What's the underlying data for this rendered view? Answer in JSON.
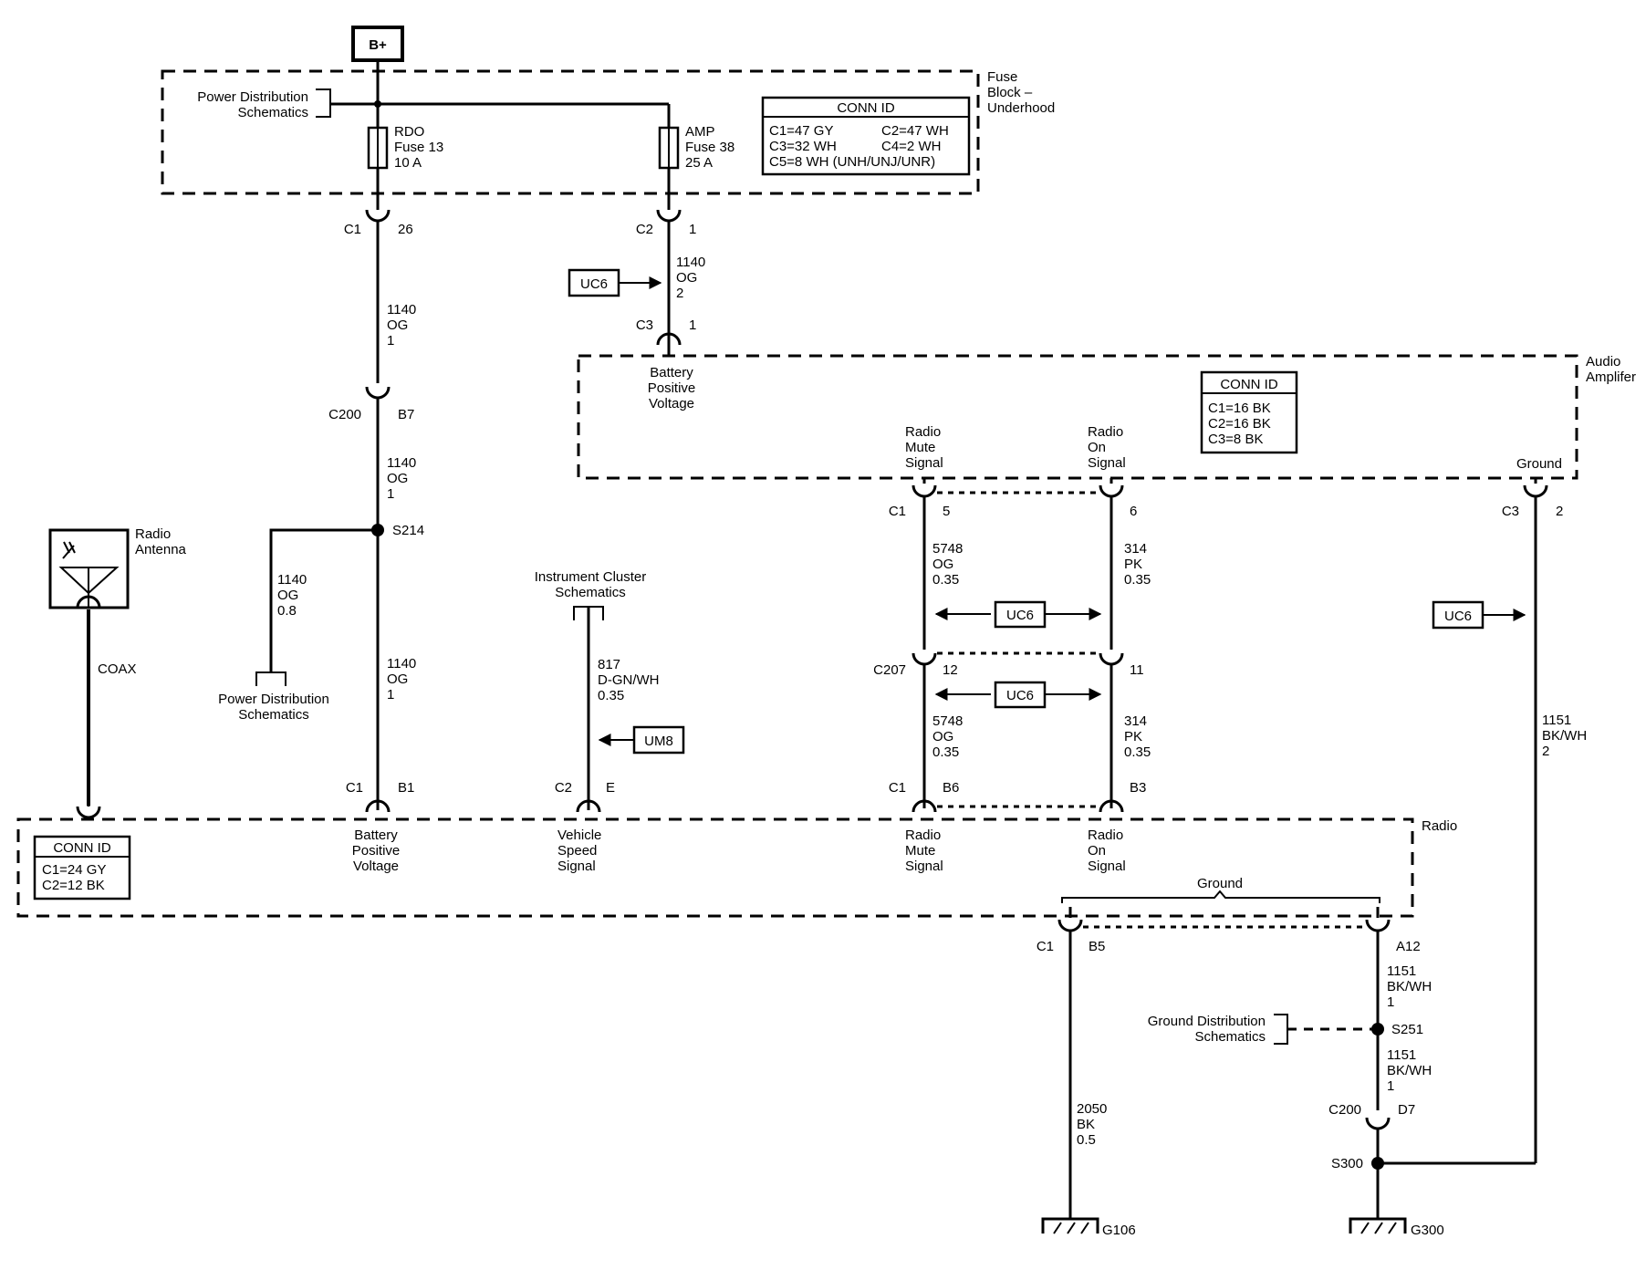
{
  "battery": {
    "label": "B+"
  },
  "fuse_block": {
    "name_l1": "Fuse",
    "name_l2": "Block –",
    "name_l3": "Underhood",
    "pds_l1": "Power Distribution",
    "pds_l2": "Schematics",
    "rdo": {
      "l1": "RDO",
      "l2": "Fuse 13",
      "l3": "10 A"
    },
    "amp": {
      "l1": "AMP",
      "l2": "Fuse 38",
      "l3": "25 A"
    },
    "conn": {
      "title": "CONN ID",
      "r1a": "C1=47 GY",
      "r1b": "C2=47 WH",
      "r2a": "C3=32 WH",
      "r2b": "C4=2 WH",
      "r3": "C5=8 WH (UNH/UNJ/UNR)"
    }
  },
  "left_branch": {
    "c1": "C1",
    "c1_pin": "26",
    "w1": {
      "l1": "1140",
      "l2": "OG",
      "l3": "1"
    },
    "c200": "C200",
    "c200_pin": "B7",
    "w2": {
      "l1": "1140",
      "l2": "OG",
      "l3": "1"
    },
    "splice": "S214",
    "w_pds": {
      "l1": "1140",
      "l2": "OG",
      "l3": "0.8"
    },
    "pds_l1": "Power Distribution",
    "pds_l2": "Schematics",
    "w3": {
      "l1": "1140",
      "l2": "OG",
      "l3": "1"
    },
    "radio_c1": "C1",
    "radio_pin": "B1"
  },
  "amp_branch": {
    "c2": "C2",
    "c2_pin": "1",
    "w1": {
      "l1": "1140",
      "l2": "OG",
      "l3": "2"
    },
    "uc6": "UC6",
    "c3": "C3",
    "c3_pin": "1"
  },
  "amplifier": {
    "name_l1": "Audio",
    "name_l2": "Amplifer",
    "bpv": {
      "l1": "Battery",
      "l2": "Positive",
      "l3": "Voltage"
    },
    "conn": {
      "title": "CONN ID",
      "r1": "C1=16 BK",
      "r2": "C2=16 BK",
      "r3": "C3=8 BK"
    },
    "mute": {
      "l1": "Radio",
      "l2": "Mute",
      "l3": "Signal"
    },
    "on": {
      "l1": "Radio",
      "l2": "On",
      "l3": "Signal"
    },
    "ground": "Ground"
  },
  "signal_wires": {
    "amp_c1": "C1",
    "pin5": "5",
    "pin6": "6",
    "w5748a": {
      "l1": "5748",
      "l2": "OG",
      "l3": "0.35"
    },
    "w314a": {
      "l1": "314",
      "l2": "PK",
      "l3": "0.35"
    },
    "uc6_a": "UC6",
    "c207": "C207",
    "pin12": "12",
    "pin11": "11",
    "uc6_b": "UC6",
    "w5748b": {
      "l1": "5748",
      "l2": "OG",
      "l3": "0.35"
    },
    "w314b": {
      "l1": "314",
      "l2": "PK",
      "l3": "0.35"
    },
    "radio_c1": "C1",
    "pinB6": "B6",
    "pinB3": "B3"
  },
  "amp_ground": {
    "c3": "C3",
    "pin2": "2",
    "uc6": "UC6",
    "w1151": {
      "l1": "1151",
      "l2": "BK/WH",
      "l3": "2"
    }
  },
  "antenna": {
    "l1": "Radio",
    "l2": "Antenna",
    "coax": "COAX"
  },
  "vss": {
    "ic_l1": "Instrument Cluster",
    "ic_l2": "Schematics",
    "w817": {
      "l1": "817",
      "l2": "D-GN/WH",
      "l3": "0.35"
    },
    "um8": "UM8",
    "c2": "C2",
    "pin": "E"
  },
  "radio": {
    "name": "Radio",
    "conn": {
      "title": "CONN ID",
      "r1": "C1=24 GY",
      "r2": "C2=12 BK"
    },
    "bpv": {
      "l1": "Battery",
      "l2": "Positive",
      "l3": "Voltage"
    },
    "vss": {
      "l1": "Vehicle",
      "l2": "Speed",
      "l3": "Signal"
    },
    "mute": {
      "l1": "Radio",
      "l2": "Mute",
      "l3": "Signal"
    },
    "on": {
      "l1": "Radio",
      "l2": "On",
      "l3": "Signal"
    },
    "ground": "Ground"
  },
  "radio_ground": {
    "c1": "C1",
    "pinB5": "B5",
    "pinA12": "A12",
    "w1151a": {
      "l1": "1151",
      "l2": "BK/WH",
      "l3": "1"
    },
    "gds_l1": "Ground Distribution",
    "gds_l2": "Schematics",
    "s251": "S251",
    "w1151b": {
      "l1": "1151",
      "l2": "BK/WH",
      "l3": "1"
    },
    "c200": "C200",
    "pinD7": "D7",
    "s300": "S300",
    "w2050": {
      "l1": "2050",
      "l2": "BK",
      "l3": "0.5"
    },
    "g106": "G106",
    "g300": "G300"
  }
}
